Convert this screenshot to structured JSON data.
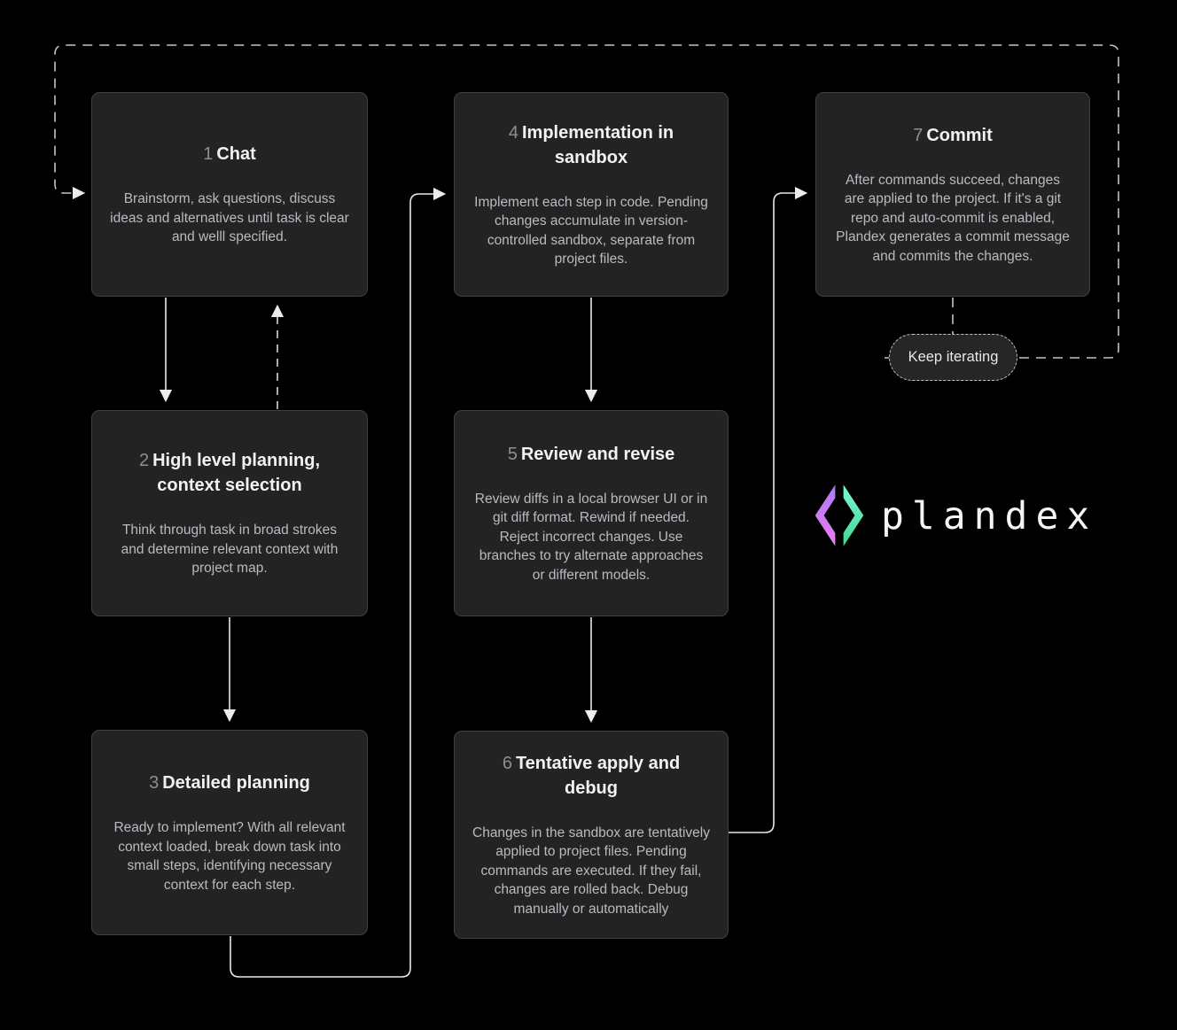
{
  "canvas": {
    "background": "#000000"
  },
  "brand": {
    "wordmark": "plandex",
    "logo_colors": {
      "left_top": "#a97df6",
      "left_bottom": "#ef7bf0",
      "right_top": "#7df5da",
      "right_bottom": "#3fd98c"
    }
  },
  "loop": {
    "label": "Keep iterating"
  },
  "steps": [
    {
      "num": "1",
      "title": "Chat",
      "body": "Brainstorm, ask questions, discuss ideas and alternatives until task is clear and welll specified."
    },
    {
      "num": "2",
      "title": "High level planning, context selection",
      "body": "Think through task in broad strokes and determine relevant context with project map."
    },
    {
      "num": "3",
      "title": "Detailed planning",
      "body": "Ready to implement? With all relevant context loaded, break down task into small steps, identifying necessary context for each step."
    },
    {
      "num": "4",
      "title": "Implementation in sandbox",
      "body": "Implement each step in code. Pending changes accumulate in version-controlled sandbox, separate from project files."
    },
    {
      "num": "5",
      "title": "Review and revise",
      "body": "Review diffs in a local browser UI or in git diff format. Rewind if needed. Reject incorrect changes. Use branches to try alternate approaches or different models."
    },
    {
      "num": "6",
      "title": "Tentative apply and debug",
      "body": "Changes in the sandbox are tentatively applied to project files. Pending commands are executed. If they fail, changes are rolled back. Debug manually or automatically"
    },
    {
      "num": "7",
      "title": "Commit",
      "body": "After commands succeed, changes are applied to the project. If it's a git repo and auto-commit is enabled, Plandex generates a commit message and commits the changes."
    }
  ]
}
